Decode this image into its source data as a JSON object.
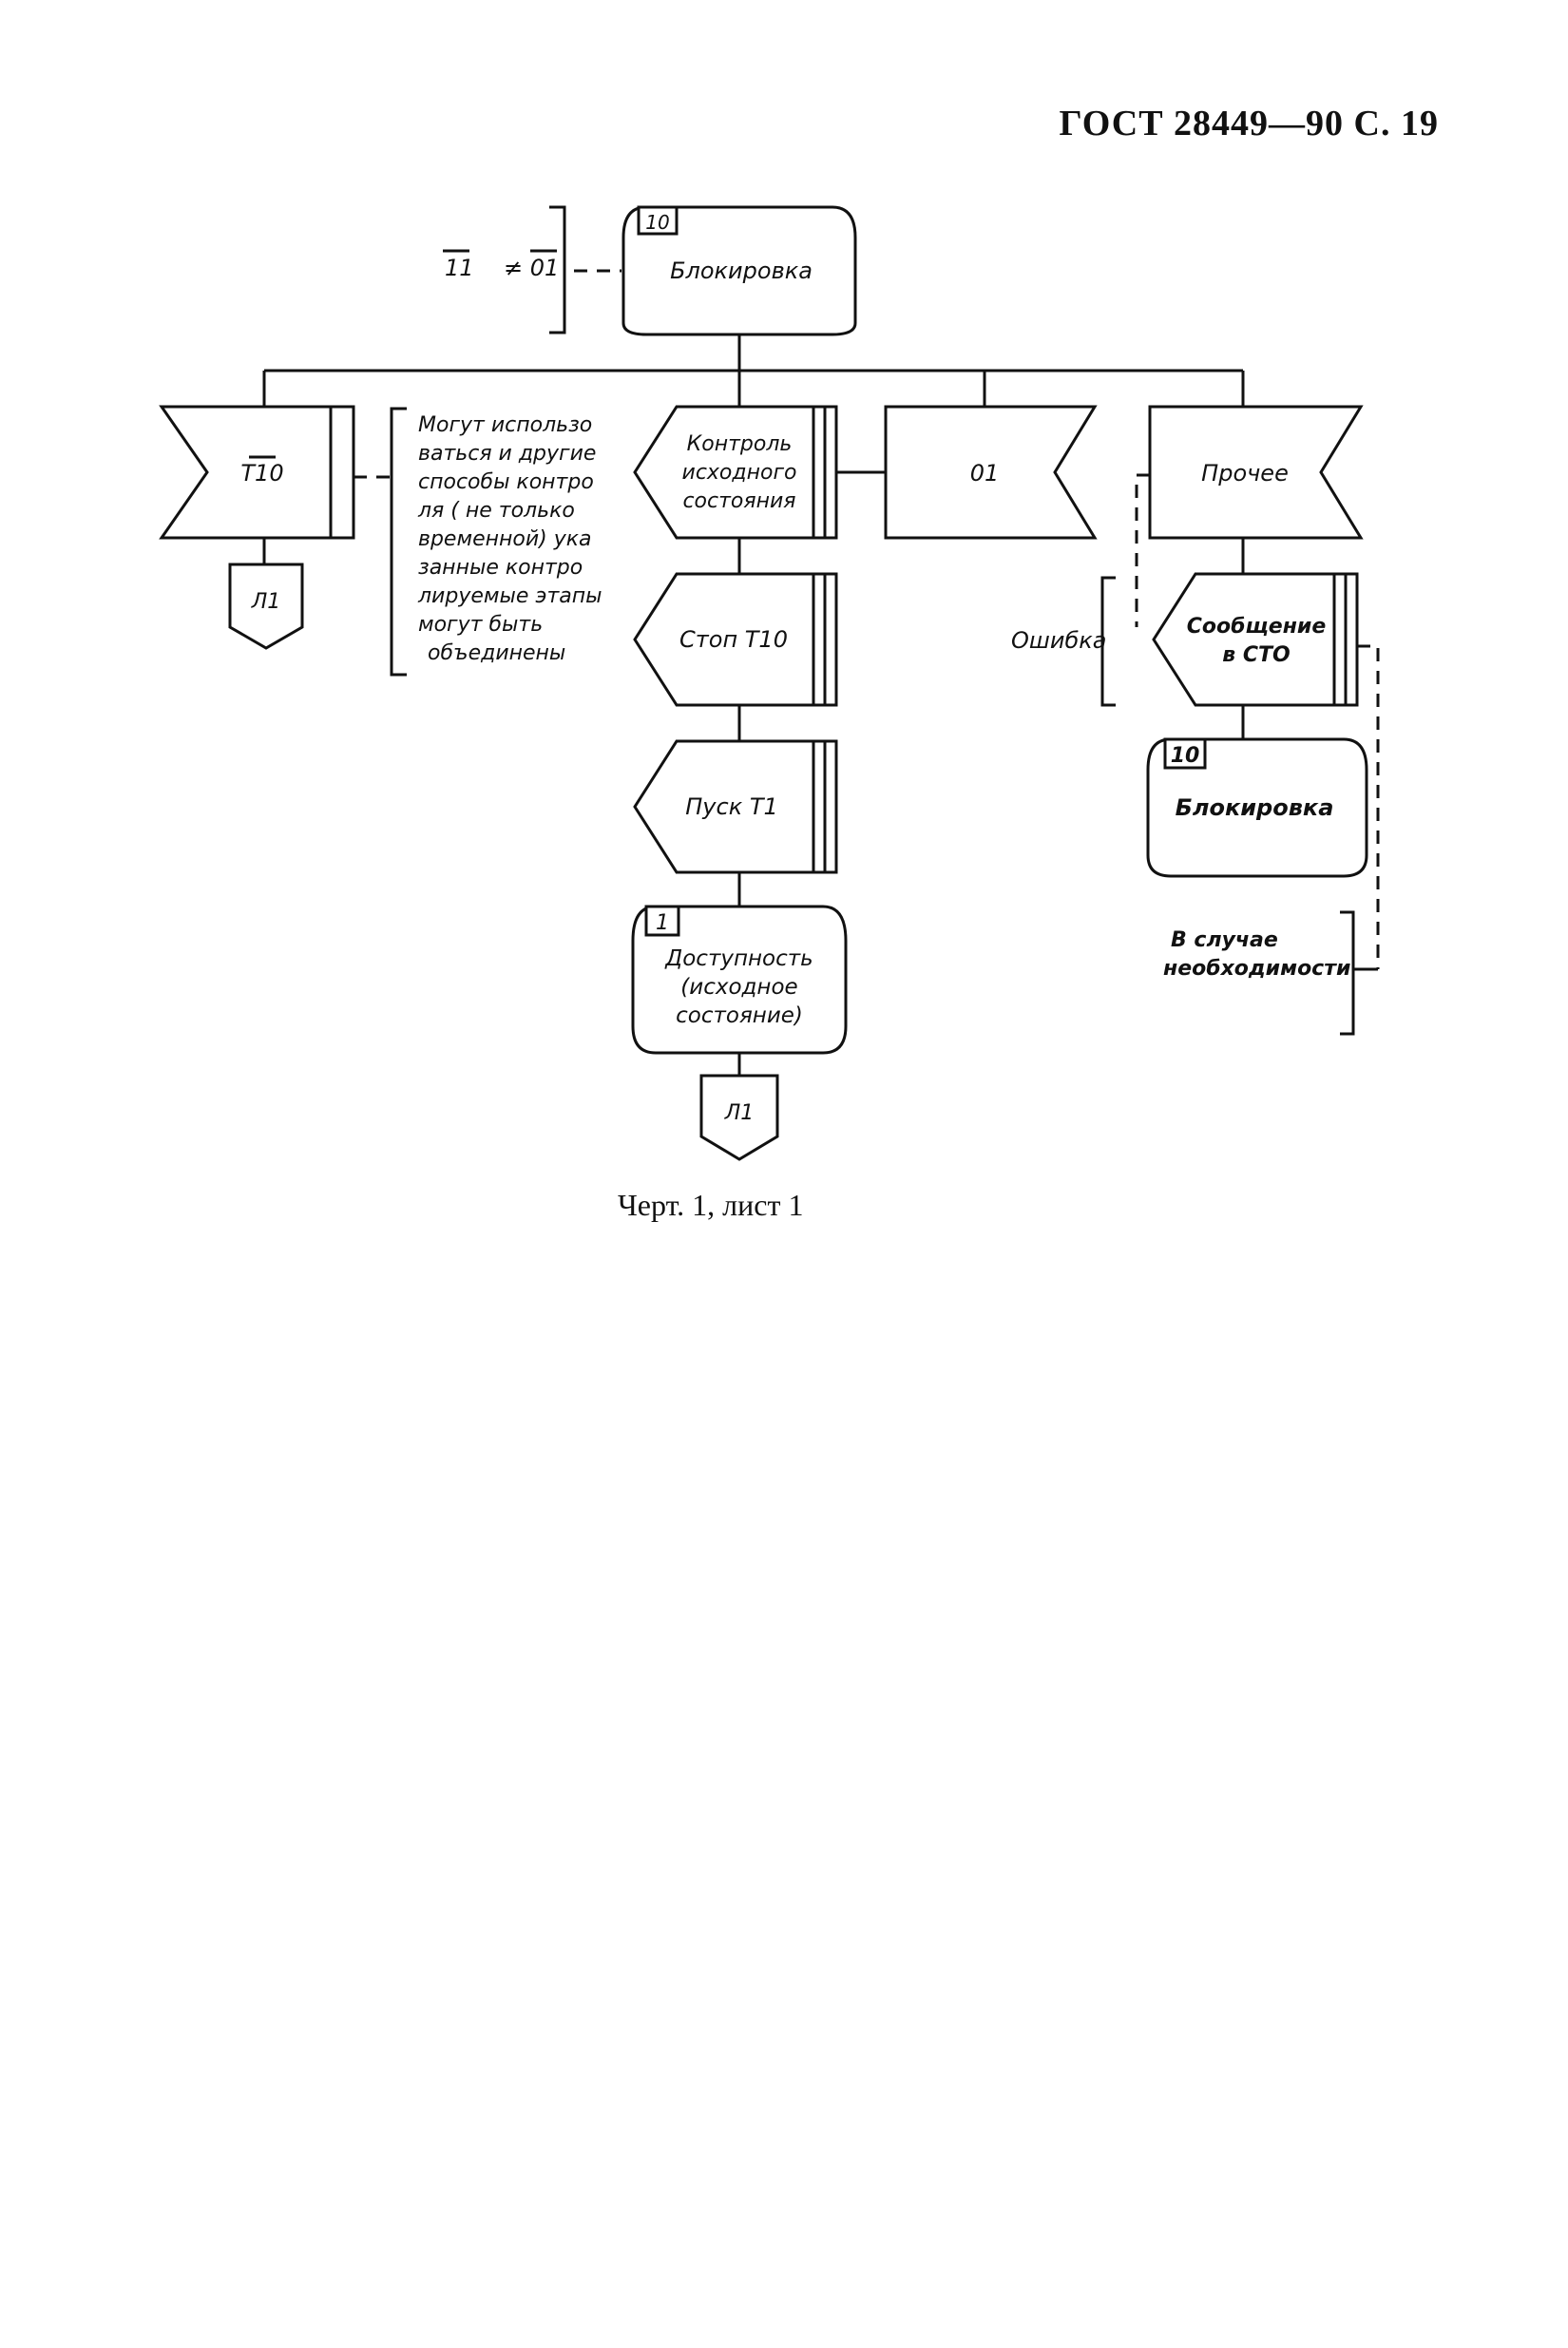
{
  "header": {
    "title": "ГОСТ 28449—90 С. 19"
  },
  "diagram": {
    "top_state": {
      "number": "10",
      "label": "Блокировка"
    },
    "condition": {
      "left": "11",
      "right": "≠ 01"
    },
    "t10_receive": {
      "label": "T10"
    },
    "connector_l1_left": {
      "label": "Л1"
    },
    "note": {
      "lines": [
        "Могут использо",
        "ваться и другие",
        "способы контро",
        "ля ( не только",
        "временной) ука",
        "занные контро",
        "лируемые этапы",
        "могут быть",
        "объединены"
      ]
    },
    "task_control": {
      "lines": [
        "Контроль",
        "исходного",
        "состояния"
      ]
    },
    "task_stop": {
      "label": "Стоп Т10"
    },
    "task_start": {
      "label": "Пуск Т1"
    },
    "state_available": {
      "number": "1",
      "lines": [
        "Доступность",
        "(исходное",
        "состояние)"
      ]
    },
    "connector_l1_bottom": {
      "label": "Л1"
    },
    "receive_01": {
      "label": "01"
    },
    "receive_other": {
      "label": "Прочее"
    },
    "error_label": "Ошибка",
    "task_message": {
      "lines": [
        "Сообщение",
        "в СТО"
      ]
    },
    "state_blocked_right": {
      "number": "10",
      "label": "Блокировка"
    },
    "if_needed": {
      "lines": [
        "В случае",
        "необходимости"
      ]
    }
  },
  "caption": "Черт. 1, лист 1"
}
